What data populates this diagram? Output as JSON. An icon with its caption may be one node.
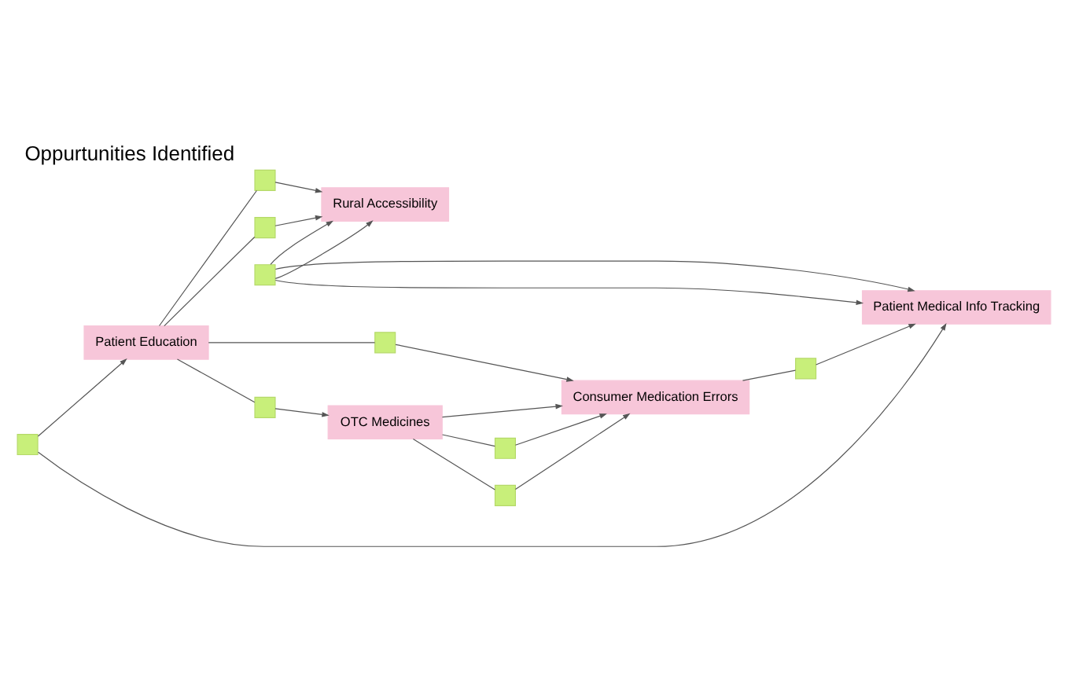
{
  "diagram": {
    "title": "Oppurtunities Identified",
    "nodes": [
      {
        "text": [
          "Rural Accessibility"
        ]
      },
      {
        "text": [
          "Patient Education"
        ]
      },
      {
        "text": [
          "Patient Medical Info Tracking"
        ]
      },
      {
        "text": [
          "OTC Medicines"
        ]
      },
      {
        "text": [
          "Consumer Medication Errors"
        ]
      },
      {
        "text": [],
        "shape": "box"
      },
      {
        "text": [],
        "shape": "box"
      },
      {
        "text": [],
        "shape": "box"
      },
      {
        "text": [],
        "shape": "box"
      },
      {
        "text": [],
        "shape": "box"
      },
      {
        "text": [],
        "shape": "box"
      },
      {
        "text": [],
        "shape": "box"
      },
      {
        "text": [],
        "shape": "box"
      },
      {
        "text": [],
        "shape": "box"
      }
    ],
    "edges": [
      {
        "from": 1,
        "to": 5,
        "arrow": "none"
      },
      {
        "from": 5,
        "to": 0,
        "arrow": "to"
      },
      {
        "from": 1,
        "to": 6,
        "arrow": "none"
      },
      {
        "from": 6,
        "to": 0,
        "arrow": "to"
      },
      {
        "from": 7,
        "to": 0,
        "arrow": "to"
      },
      {
        "from": 7,
        "to": 0,
        "arrow": "to"
      },
      {
        "from": 7,
        "to": 2,
        "arrow": "to"
      },
      {
        "from": 7,
        "to": 2,
        "arrow": "to"
      },
      {
        "from": 8,
        "to": 1,
        "arrow": "to"
      },
      {
        "from": 8,
        "to": 2,
        "arrow": "to"
      },
      {
        "from": 1,
        "to": 9,
        "arrow": "none"
      },
      {
        "from": 9,
        "to": 4,
        "arrow": "to"
      },
      {
        "from": 1,
        "to": 10,
        "arrow": "none"
      },
      {
        "from": 10,
        "to": 3,
        "arrow": "to"
      },
      {
        "from": 4,
        "to": 11,
        "arrow": "none"
      },
      {
        "from": 11,
        "to": 2,
        "arrow": "to"
      },
      {
        "from": 3,
        "to": 12,
        "arrow": "none"
      },
      {
        "from": 12,
        "to": 4,
        "arrow": "to"
      },
      {
        "from": 3,
        "to": 13,
        "arrow": "none"
      },
      {
        "from": 13,
        "to": 4,
        "arrow": "to"
      },
      {
        "from": 3,
        "to": 4,
        "arrow": "to"
      }
    ]
  }
}
